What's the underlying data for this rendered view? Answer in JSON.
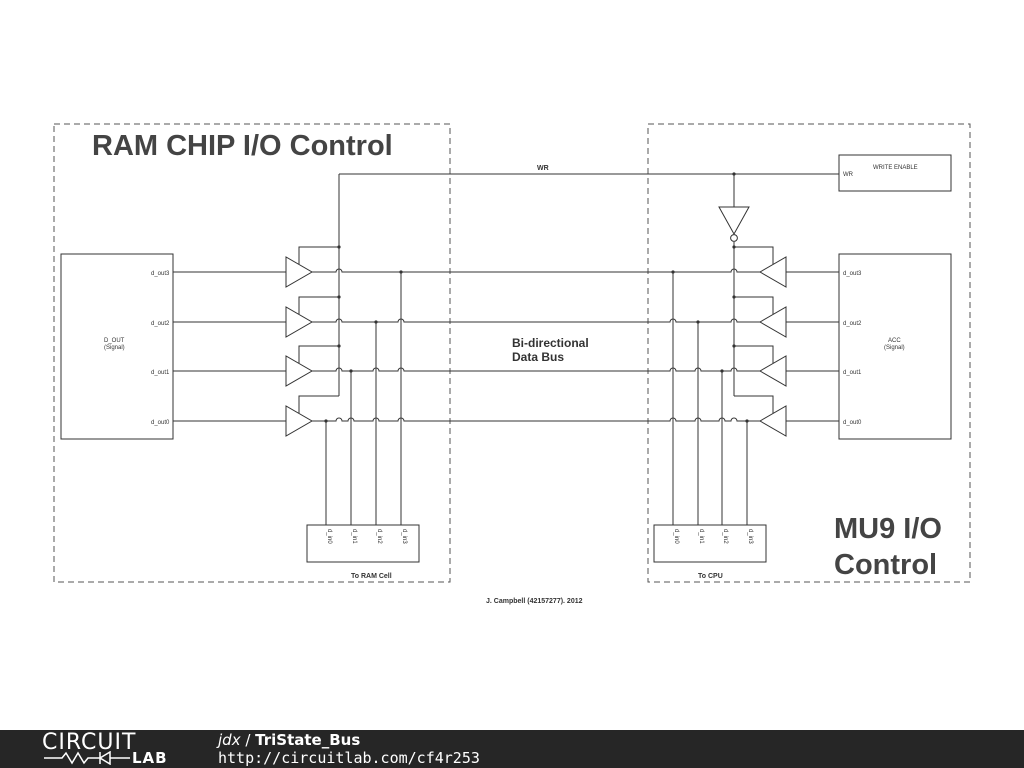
{
  "diagram": {
    "ram_title": "RAM CHIP I/O Control",
    "mu9_title_line1": "MU9 I/O",
    "mu9_title_line2": "Control",
    "wr_label": "WR",
    "bus_label_line1": "Bi-directional",
    "bus_label_line2": "Data Bus",
    "credit": "J. Campbell (42157277). 2012",
    "write_enable": {
      "title": "WRITE ENABLE",
      "pin": "WR"
    },
    "d_out_block": {
      "name": "D_OUT",
      "type": "(Signal)",
      "pins": [
        "d_out3",
        "d_out2",
        "d_out1",
        "d_out0"
      ]
    },
    "acc_block": {
      "name": "ACC",
      "type": "(Signal)",
      "pins": [
        "d_out3",
        "d_out2",
        "d_out1",
        "d_out0"
      ]
    },
    "ram_cell_block": {
      "label": "To RAM Cell",
      "pins": [
        "d_in0",
        "d_in1",
        "d_in2",
        "d_in3"
      ]
    },
    "cpu_block": {
      "label": "To CPU",
      "pins": [
        "d_in0",
        "d_in1",
        "d_in2",
        "d_in3"
      ]
    }
  },
  "footer": {
    "logo_top": "CIRCUIT",
    "logo_bottom": "LAB",
    "user": "jdx",
    "separator": " / ",
    "title": "TriState_Bus",
    "url": "http://circuitlab.com/cf4r253"
  }
}
